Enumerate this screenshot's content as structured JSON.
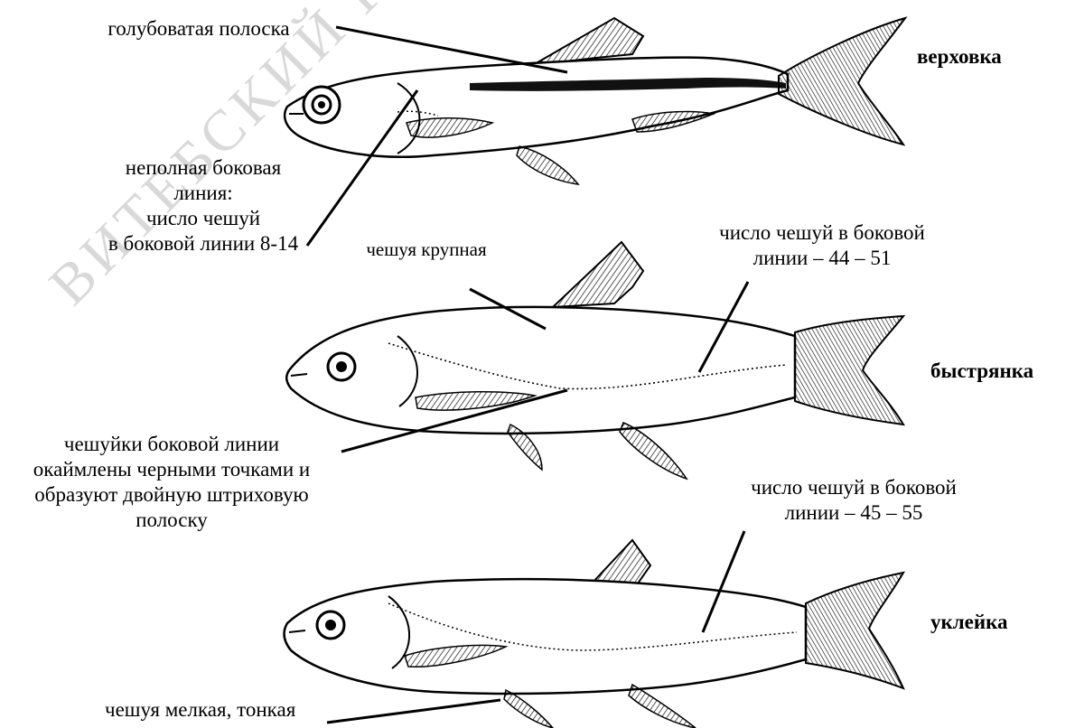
{
  "watermark": "ВИТЕБСКИЙ ГОСУДАРСТВЕННЫЙ УНИВЕРСИТЕТ",
  "colors": {
    "ink": "#000000",
    "background": "#ffffff",
    "watermark": "#d9d9d9"
  },
  "fish": [
    {
      "name": "верховка",
      "labels": [
        {
          "lines": [
            "голубоватая полоска"
          ]
        },
        {
          "lines": [
            "неполная боковая",
            "линия:",
            "число чешуй",
            "в боковой линии 8-14"
          ]
        }
      ]
    },
    {
      "name": "быстрянка",
      "labels": [
        {
          "lines": [
            "чешуя крупная"
          ]
        },
        {
          "lines": [
            "число чешуй в боковой",
            "линии –  44 – 51"
          ]
        },
        {
          "lines": [
            "чешуйки боковой линии",
            "окаймлены черными точками и",
            "образуют двойную штриховую",
            "полоску"
          ]
        }
      ]
    },
    {
      "name": "уклейка",
      "labels": [
        {
          "lines": [
            "число чешуй в боковой",
            "линии – 45 – 55"
          ]
        },
        {
          "lines": [
            "чешуя мелкая, тонкая"
          ]
        }
      ]
    }
  ]
}
